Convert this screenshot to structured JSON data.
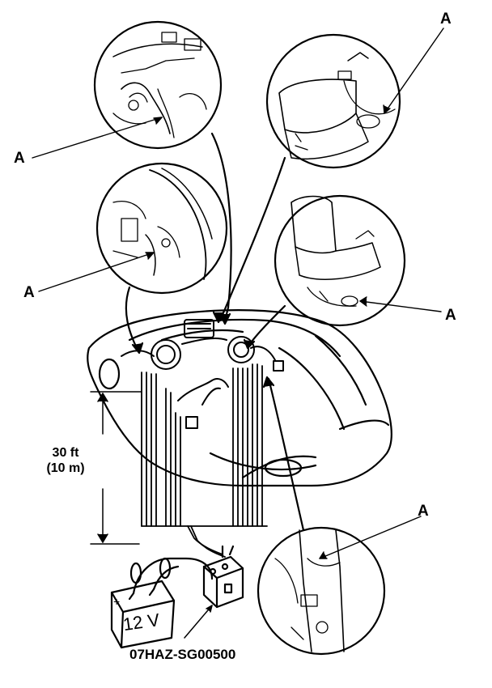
{
  "callouts": {
    "label": "A",
    "count": 5
  },
  "distance": {
    "imperial": "30 ft",
    "metric": "(10 m)"
  },
  "battery": {
    "voltage": "12 V"
  },
  "tool": {
    "part_number": "07HAZ-SG00500"
  }
}
